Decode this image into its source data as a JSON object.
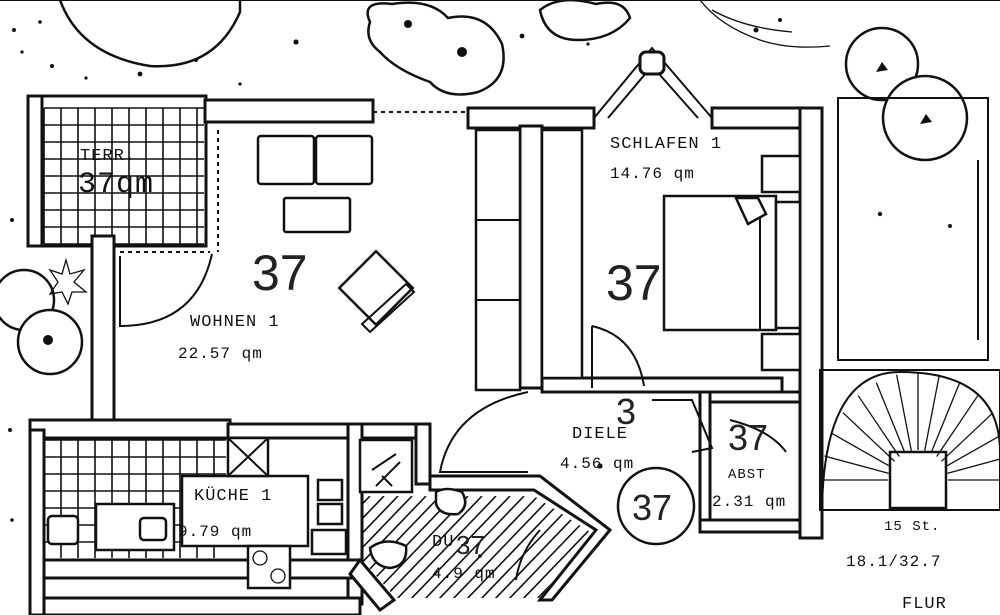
{
  "rooms": {
    "terrasse": {
      "name": "TERR.",
      "area": "37qm",
      "mark": ""
    },
    "wohnen": {
      "name": "WOHNEN 1",
      "area": "22.57 qm",
      "mark": "37"
    },
    "schlafen": {
      "name": "SCHLAFEN 1",
      "area": "14.76 qm",
      "mark": "37"
    },
    "diele": {
      "name": "DIELE",
      "area": "4.56 qm",
      "mark": "3"
    },
    "abstell": {
      "name": "ABST",
      "area": "2.31 qm",
      "mark": "37"
    },
    "kueche": {
      "name": "KÜCHE 1",
      "area": "9.79 qm",
      "mark": ""
    },
    "dusche": {
      "name": "DU",
      "area": "4.9 qm",
      "mark": "37"
    },
    "flur": {
      "name": "FLUR",
      "area": "18.1/32.7",
      "steps": "15 St."
    }
  },
  "door_marker": "37"
}
